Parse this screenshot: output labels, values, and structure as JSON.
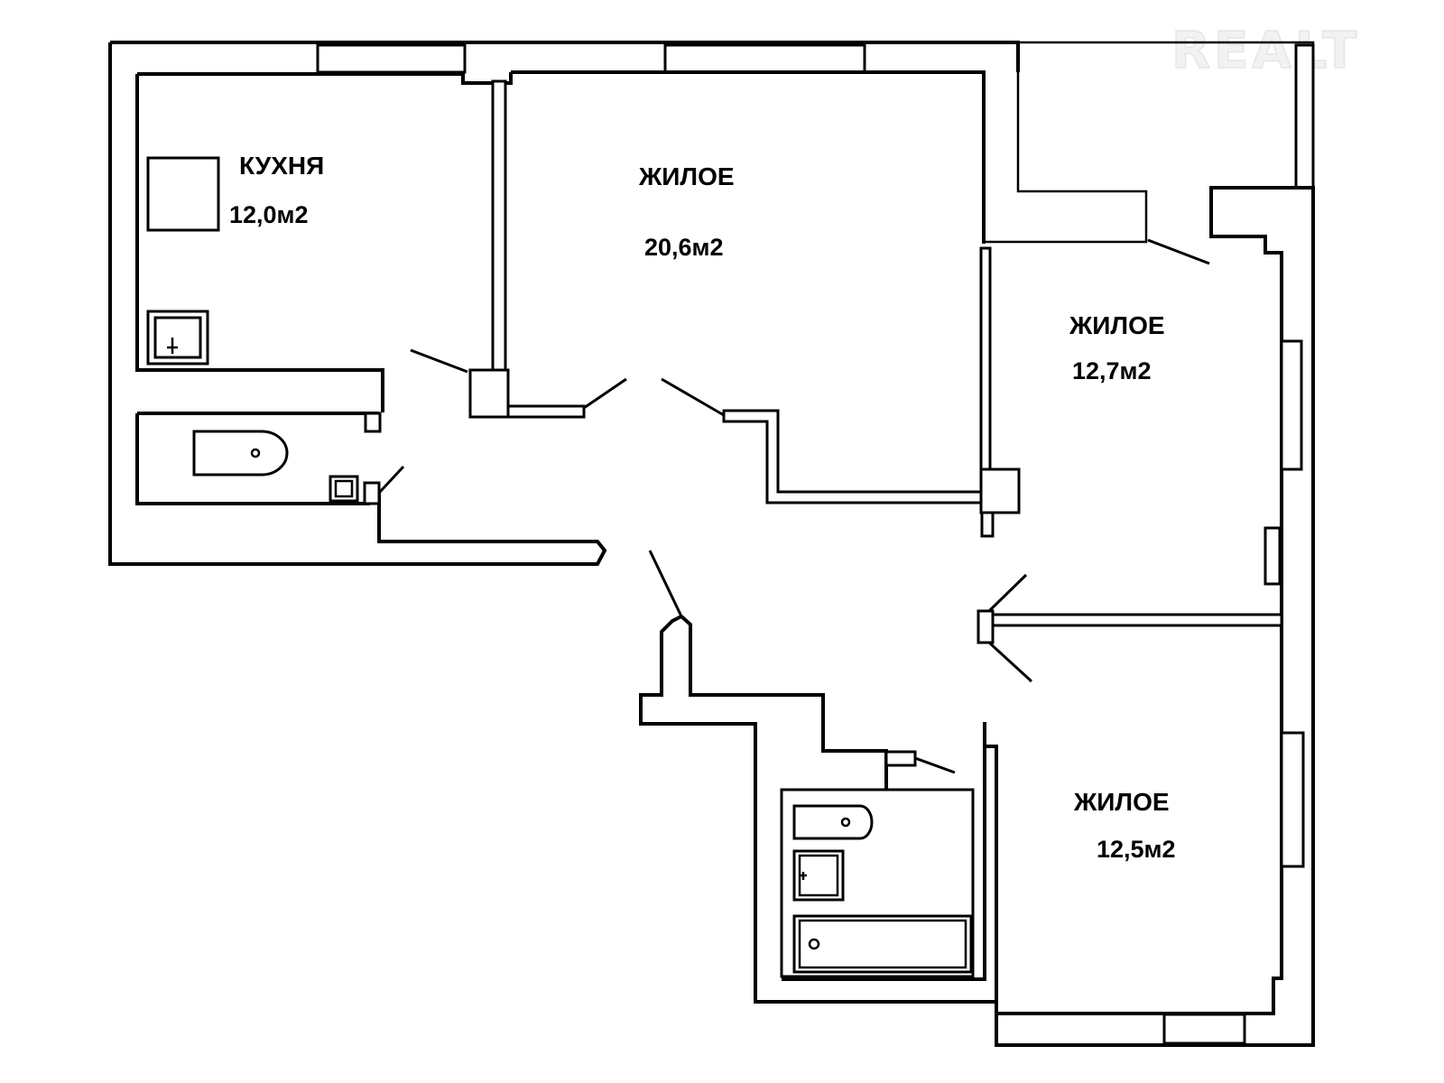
{
  "watermark": "REALT",
  "rooms": [
    {
      "name": "КУХНЯ",
      "area": "12,0м2"
    },
    {
      "name": "ЖИЛОЕ",
      "area": "20,6м2"
    },
    {
      "name": "ЖИЛОЕ",
      "area": "12,7м2"
    },
    {
      "name": "ЖИЛОЕ",
      "area": "12,5м2"
    }
  ]
}
